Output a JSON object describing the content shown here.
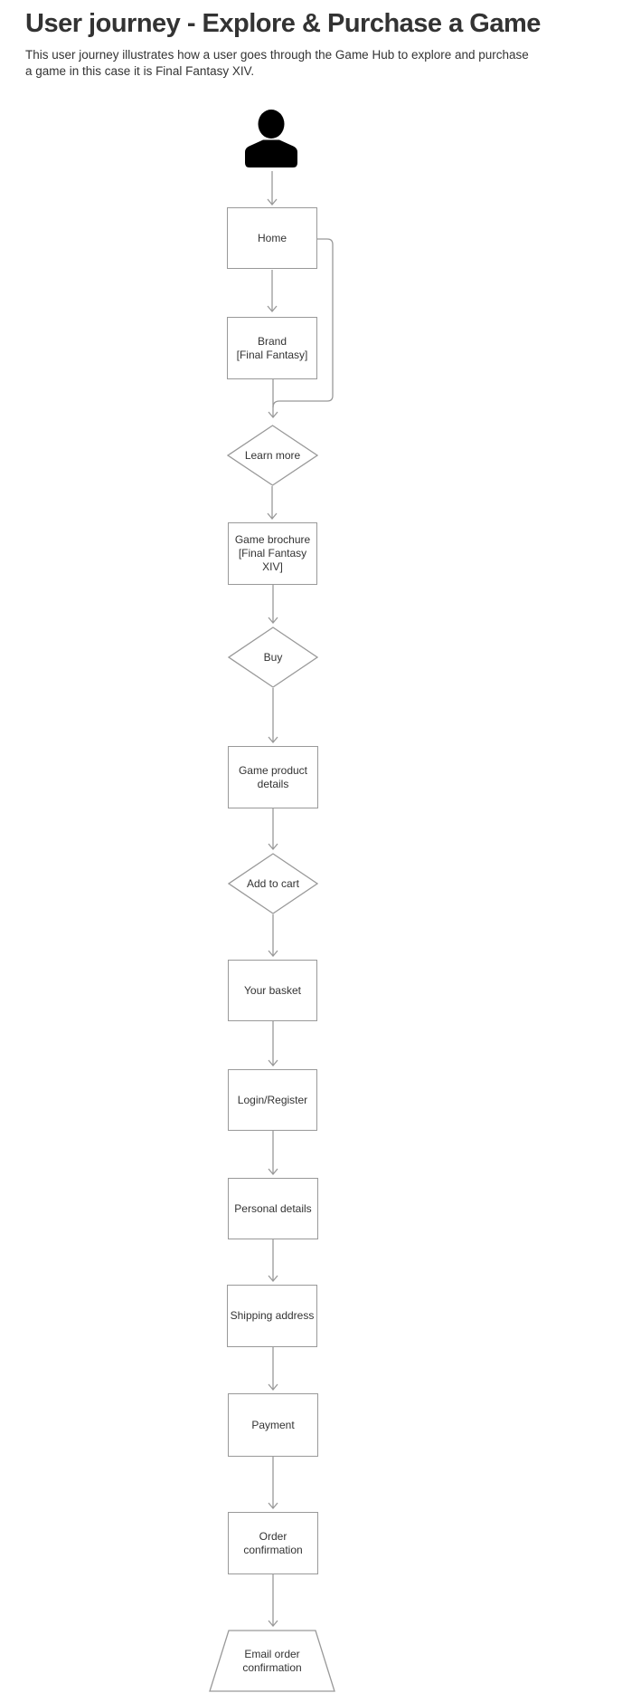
{
  "header": {
    "title": "User journey - Explore & Purchase a Game",
    "subtitle": "This user journey illustrates how a user goes through the Game Hub to explore and purchase\na game in this case it is Final Fantasy XIV."
  },
  "diagram": {
    "colors": {
      "stroke": "#999999",
      "text": "#333333",
      "icon": "#000000",
      "background": "#ffffff"
    },
    "nodes": [
      {
        "id": "user",
        "type": "person-icon",
        "label": ""
      },
      {
        "id": "home",
        "type": "process",
        "label": "Home"
      },
      {
        "id": "brand",
        "type": "process",
        "label": "Brand\n[Final Fantasy]"
      },
      {
        "id": "learn-more",
        "type": "decision",
        "label": "Learn more"
      },
      {
        "id": "game-brochure",
        "type": "process",
        "label": "Game brochure\n[Final Fantasy\nXIV]"
      },
      {
        "id": "buy",
        "type": "decision",
        "label": "Buy"
      },
      {
        "id": "game-product-details",
        "type": "process",
        "label": "Game product\ndetails"
      },
      {
        "id": "add-to-cart",
        "type": "decision",
        "label": "Add to cart"
      },
      {
        "id": "your-basket",
        "type": "process",
        "label": "Your basket"
      },
      {
        "id": "login-register",
        "type": "process",
        "label": "Login/Register"
      },
      {
        "id": "personal-details",
        "type": "process",
        "label": "Personal details"
      },
      {
        "id": "shipping-address",
        "type": "process",
        "label": "Shipping address"
      },
      {
        "id": "payment",
        "type": "process",
        "label": "Payment"
      },
      {
        "id": "order-confirmation",
        "type": "process",
        "label": "Order\nconfirmation"
      },
      {
        "id": "email-order-confirmation",
        "type": "trapezoid",
        "label": "Email order\nconfirmation"
      }
    ],
    "edges": [
      {
        "from": "user",
        "to": "home"
      },
      {
        "from": "home",
        "to": "brand"
      },
      {
        "from": "home",
        "to": "learn-more",
        "route": "bypass-right"
      },
      {
        "from": "brand",
        "to": "learn-more"
      },
      {
        "from": "learn-more",
        "to": "game-brochure"
      },
      {
        "from": "game-brochure",
        "to": "buy"
      },
      {
        "from": "buy",
        "to": "game-product-details"
      },
      {
        "from": "game-product-details",
        "to": "add-to-cart"
      },
      {
        "from": "add-to-cart",
        "to": "your-basket"
      },
      {
        "from": "your-basket",
        "to": "login-register"
      },
      {
        "from": "login-register",
        "to": "personal-details"
      },
      {
        "from": "personal-details",
        "to": "shipping-address"
      },
      {
        "from": "shipping-address",
        "to": "payment"
      },
      {
        "from": "payment",
        "to": "order-confirmation"
      },
      {
        "from": "order-confirmation",
        "to": "email-order-confirmation"
      }
    ]
  }
}
